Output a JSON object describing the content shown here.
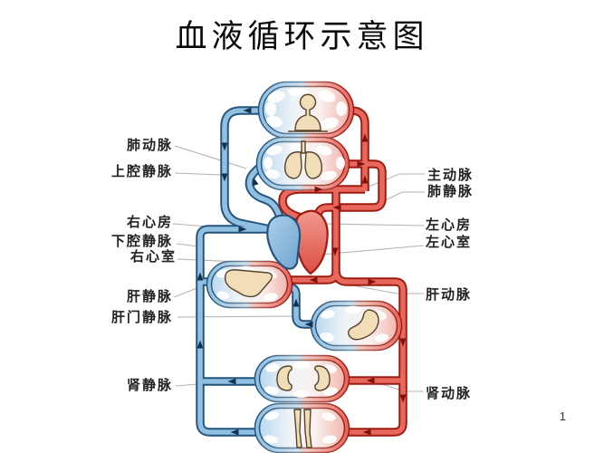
{
  "title": "血液循环示意图",
  "page_number": "1",
  "labels": {
    "left": [
      {
        "id": "pulmonary-artery",
        "text": "肺动脉"
      },
      {
        "id": "superior-vena-cava",
        "text": "上腔静脉"
      },
      {
        "id": "right-atrium",
        "text": "右心房"
      },
      {
        "id": "inferior-vena-cava",
        "text": "下腔静脉"
      },
      {
        "id": "right-ventricle",
        "text": "右心室"
      },
      {
        "id": "hepatic-vein",
        "text": "肝静脉"
      },
      {
        "id": "hepatic-portal-vein",
        "text": "肝门静脉"
      },
      {
        "id": "renal-vein",
        "text": "肾静脉"
      }
    ],
    "right": [
      {
        "id": "aorta",
        "text": "主动脉"
      },
      {
        "id": "pulmonary-vein",
        "text": "肺静脉"
      },
      {
        "id": "left-atrium",
        "text": "左心房"
      },
      {
        "id": "left-ventricle",
        "text": "左心室"
      },
      {
        "id": "hepatic-artery",
        "text": "肝动脉"
      },
      {
        "id": "renal-artery",
        "text": "肾动脉"
      }
    ]
  },
  "colors": {
    "vein_fill": "#8fc0e2",
    "vein_outline": "#24547e",
    "artery_fill": "#e8685e",
    "artery_outline": "#9e1b12",
    "organ_fill": "#f1ddb8",
    "label_line": "#b3b3b3",
    "background": "#ffffff",
    "text": "#222222"
  }
}
